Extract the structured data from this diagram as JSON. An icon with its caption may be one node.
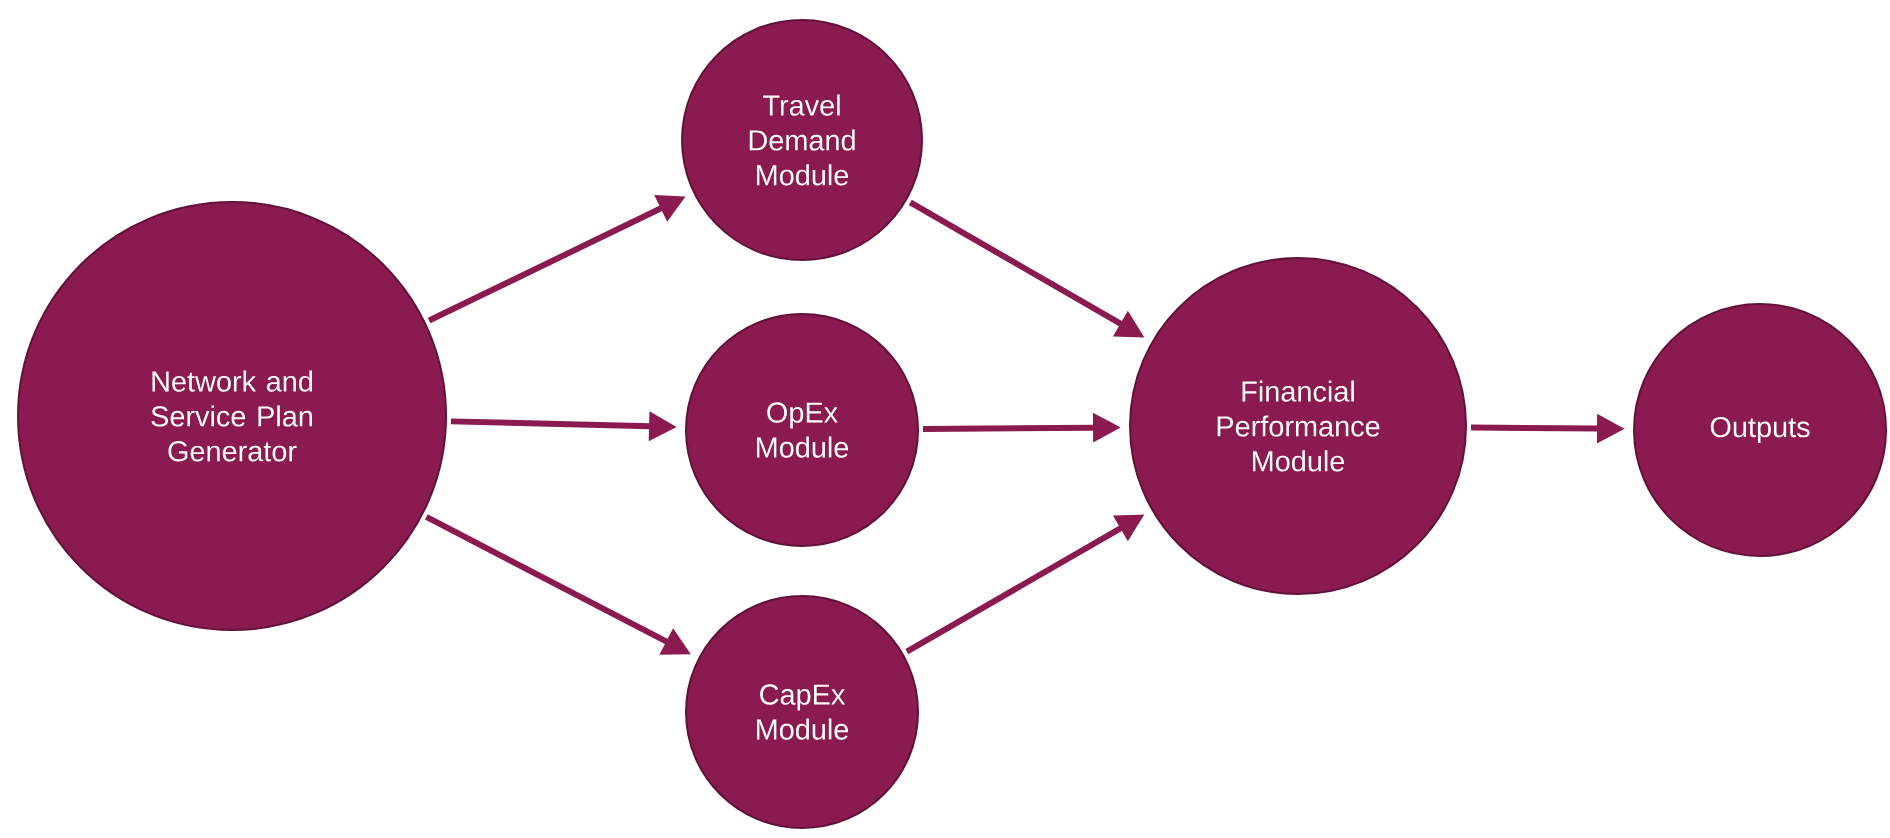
{
  "diagram": {
    "nodes": [
      {
        "text": [
          "Network and Service Plan Generator"
        ]
      },
      {
        "text": [
          "Travel Demand Module"
        ]
      },
      {
        "text": [
          "OpEx Module"
        ]
      },
      {
        "text": [
          "CapEx Module"
        ]
      },
      {
        "text": [
          "Financial Performance Module"
        ]
      },
      {
        "text": [
          "Outputs"
        ]
      }
    ],
    "edges": [
      {
        "from": 0,
        "to": 1,
        "arrow": "to"
      },
      {
        "from": 0,
        "to": 2,
        "arrow": "to"
      },
      {
        "from": 0,
        "to": 3,
        "arrow": "to"
      },
      {
        "from": 1,
        "to": 4,
        "arrow": "to"
      },
      {
        "from": 2,
        "to": 4,
        "arrow": "to"
      },
      {
        "from": 3,
        "to": 4,
        "arrow": "to"
      },
      {
        "from": 4,
        "to": 5,
        "arrow": "to"
      }
    ]
  }
}
